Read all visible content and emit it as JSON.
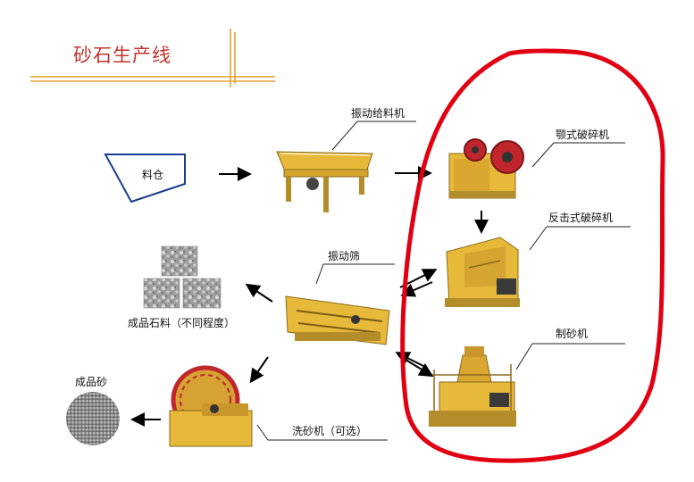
{
  "title": "砂石生产线",
  "colors": {
    "accent": "#e5a133",
    "title": "#c2332b",
    "highlight": "#e00012",
    "machine": "#e7b93a"
  },
  "nodes": {
    "bin": "料仓",
    "feeder": "振动给料机",
    "jaw": "颚式破碎机",
    "impact": "反击式破碎机",
    "sandmaker": "制砂机",
    "screen": "振动筛",
    "stone": "成品石料（不同程度）",
    "washer": "洗砂机（可选）",
    "sand": "成品砂"
  }
}
